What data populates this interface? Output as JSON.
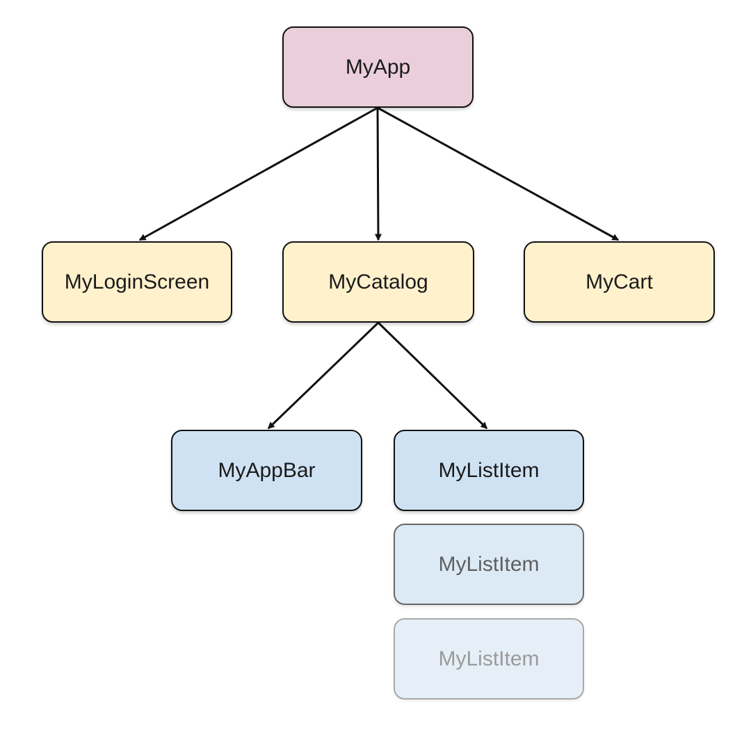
{
  "colors": {
    "root_fill": "#eacfdb",
    "level1_fill": "#fff1cc",
    "level2_fill": "#cfe2f3",
    "ghost1_fill": "#dceaf6",
    "ghost2_fill": "#e6eff8",
    "stroke": "#111111",
    "ghost1_text": "#5f5f5f",
    "ghost2_text": "#9a9a9a"
  },
  "nodes": {
    "myapp": {
      "label": "MyApp"
    },
    "myloginscreen": {
      "label": "MyLoginScreen"
    },
    "mycatalog": {
      "label": "MyCatalog"
    },
    "mycart": {
      "label": "MyCart"
    },
    "myappbar": {
      "label": "MyAppBar"
    },
    "mylistitem_1": {
      "label": "MyListItem"
    },
    "mylistitem_2": {
      "label": "MyListItem"
    },
    "mylistitem_3": {
      "label": "MyListItem"
    }
  },
  "edges": [
    {
      "from": "MyApp",
      "to": "MyLoginScreen"
    },
    {
      "from": "MyApp",
      "to": "MyCatalog"
    },
    {
      "from": "MyApp",
      "to": "MyCart"
    },
    {
      "from": "MyCatalog",
      "to": "MyAppBar"
    },
    {
      "from": "MyCatalog",
      "to": "MyListItem"
    }
  ]
}
